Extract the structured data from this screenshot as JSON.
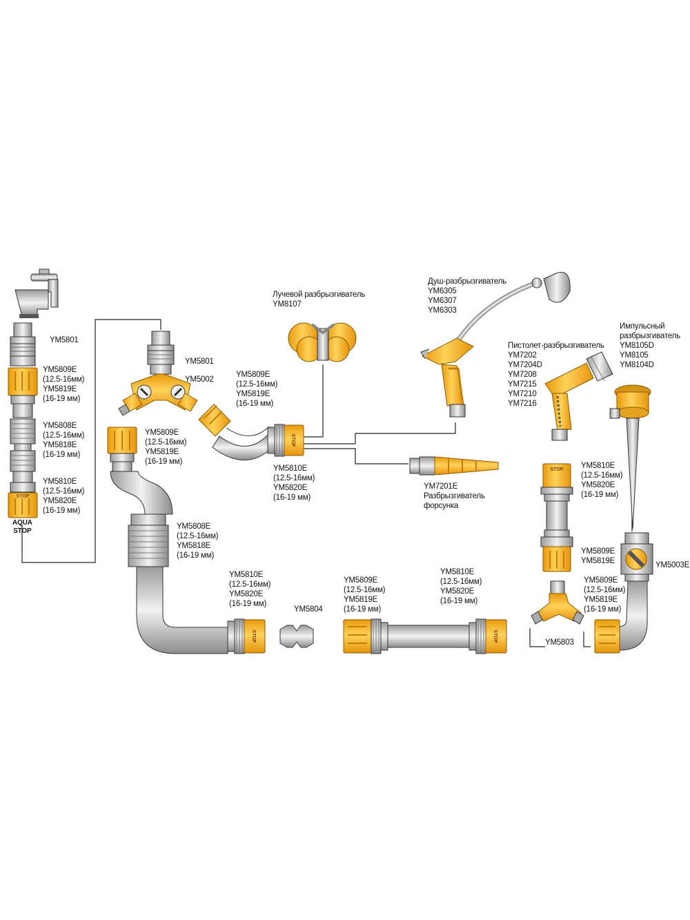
{
  "colors": {
    "accent": "#f6b41c",
    "accent_dark": "#d9900b",
    "gray": "#c9c9c9",
    "gray_dark": "#555555",
    "line": "#222222"
  },
  "labels": {
    "tap_connector": [
      "YM5801"
    ],
    "tap_coupling": [
      "YM5809E",
      "(12.5-16мм)",
      "YM5819E",
      "(16-19 мм)"
    ],
    "tap_repair": [
      "YM5808E",
      "(12.5-16мм)",
      "YM5818E",
      "(16-19 мм)"
    ],
    "tap_stop": [
      "YM5810E",
      "(12.5-16мм)",
      "YM5820E",
      "(16-19 мм)"
    ],
    "aqua_stop": [
      "AQUA",
      "STOP"
    ],
    "y_connector": [
      "YM5801"
    ],
    "y_splitter": [
      "YM5002"
    ],
    "y_coupling": [
      "YM5809E",
      "(12.5-16мм)",
      "YM5819E",
      "(16-19 мм)"
    ],
    "diag_coupling": [
      "YM5809E",
      "(12.5-16мм)",
      "YM5819E",
      "(16-19 мм)"
    ],
    "center_stop": [
      "YM5810E",
      "(12.5-16мм)",
      "YM5820E",
      "(16-19 мм)"
    ],
    "beam_sprinkler": [
      "Лучевой разбрызгиватель",
      "YM8107"
    ],
    "shower_sprinkler": [
      "Душ-разбрызгиватель",
      "YM6305",
      "YM6307",
      "YM6303"
    ],
    "pistol_sprinkler": [
      "Пистолет-разбрызгиватель",
      "YM7202",
      "YM7204D",
      "YM7208",
      "YM7215",
      "YM7210",
      "YM7216"
    ],
    "impulse_sprinkler": [
      "Импульсный",
      "разбрызгиватель",
      "YM8105D",
      "YM8105",
      "YM8104D"
    ],
    "nozzle_sprinkler": [
      "YM7201E",
      "Разбрызгиватель",
      "форсунка"
    ],
    "pipe_repair": [
      "YM5808E",
      "(12.5-16мм)",
      "YM5818E",
      "(16-19 мм)"
    ],
    "bottom_stop_left": [
      "YM5810E",
      "(12.5-16мм)",
      "YM5820E",
      "(16-19 мм)"
    ],
    "joiner": [
      "YM5804"
    ],
    "bottom_coupling": [
      "YM5809E",
      "(12.5-16мм)",
      "YM5819E",
      "(16-19 мм)"
    ],
    "bottom_stop_right": [
      "YM5810E",
      "(12.5-16мм)",
      "YM5820E",
      "(16-19 мм)"
    ],
    "right_stop": [
      "YM5810E",
      "(12.5-16мм)",
      "YM5820E",
      "(16-19 мм)"
    ],
    "right_coupling_short": [
      "YM5809E",
      "YM5819E"
    ],
    "y_three_way": [
      "YM5803"
    ],
    "valve": [
      "YM5003E"
    ],
    "elbow_coupling": [
      "YM5809E",
      "(12.5-16мм)",
      "YM5819E",
      "(16-19 мм)"
    ]
  },
  "stop_text": "STOP"
}
